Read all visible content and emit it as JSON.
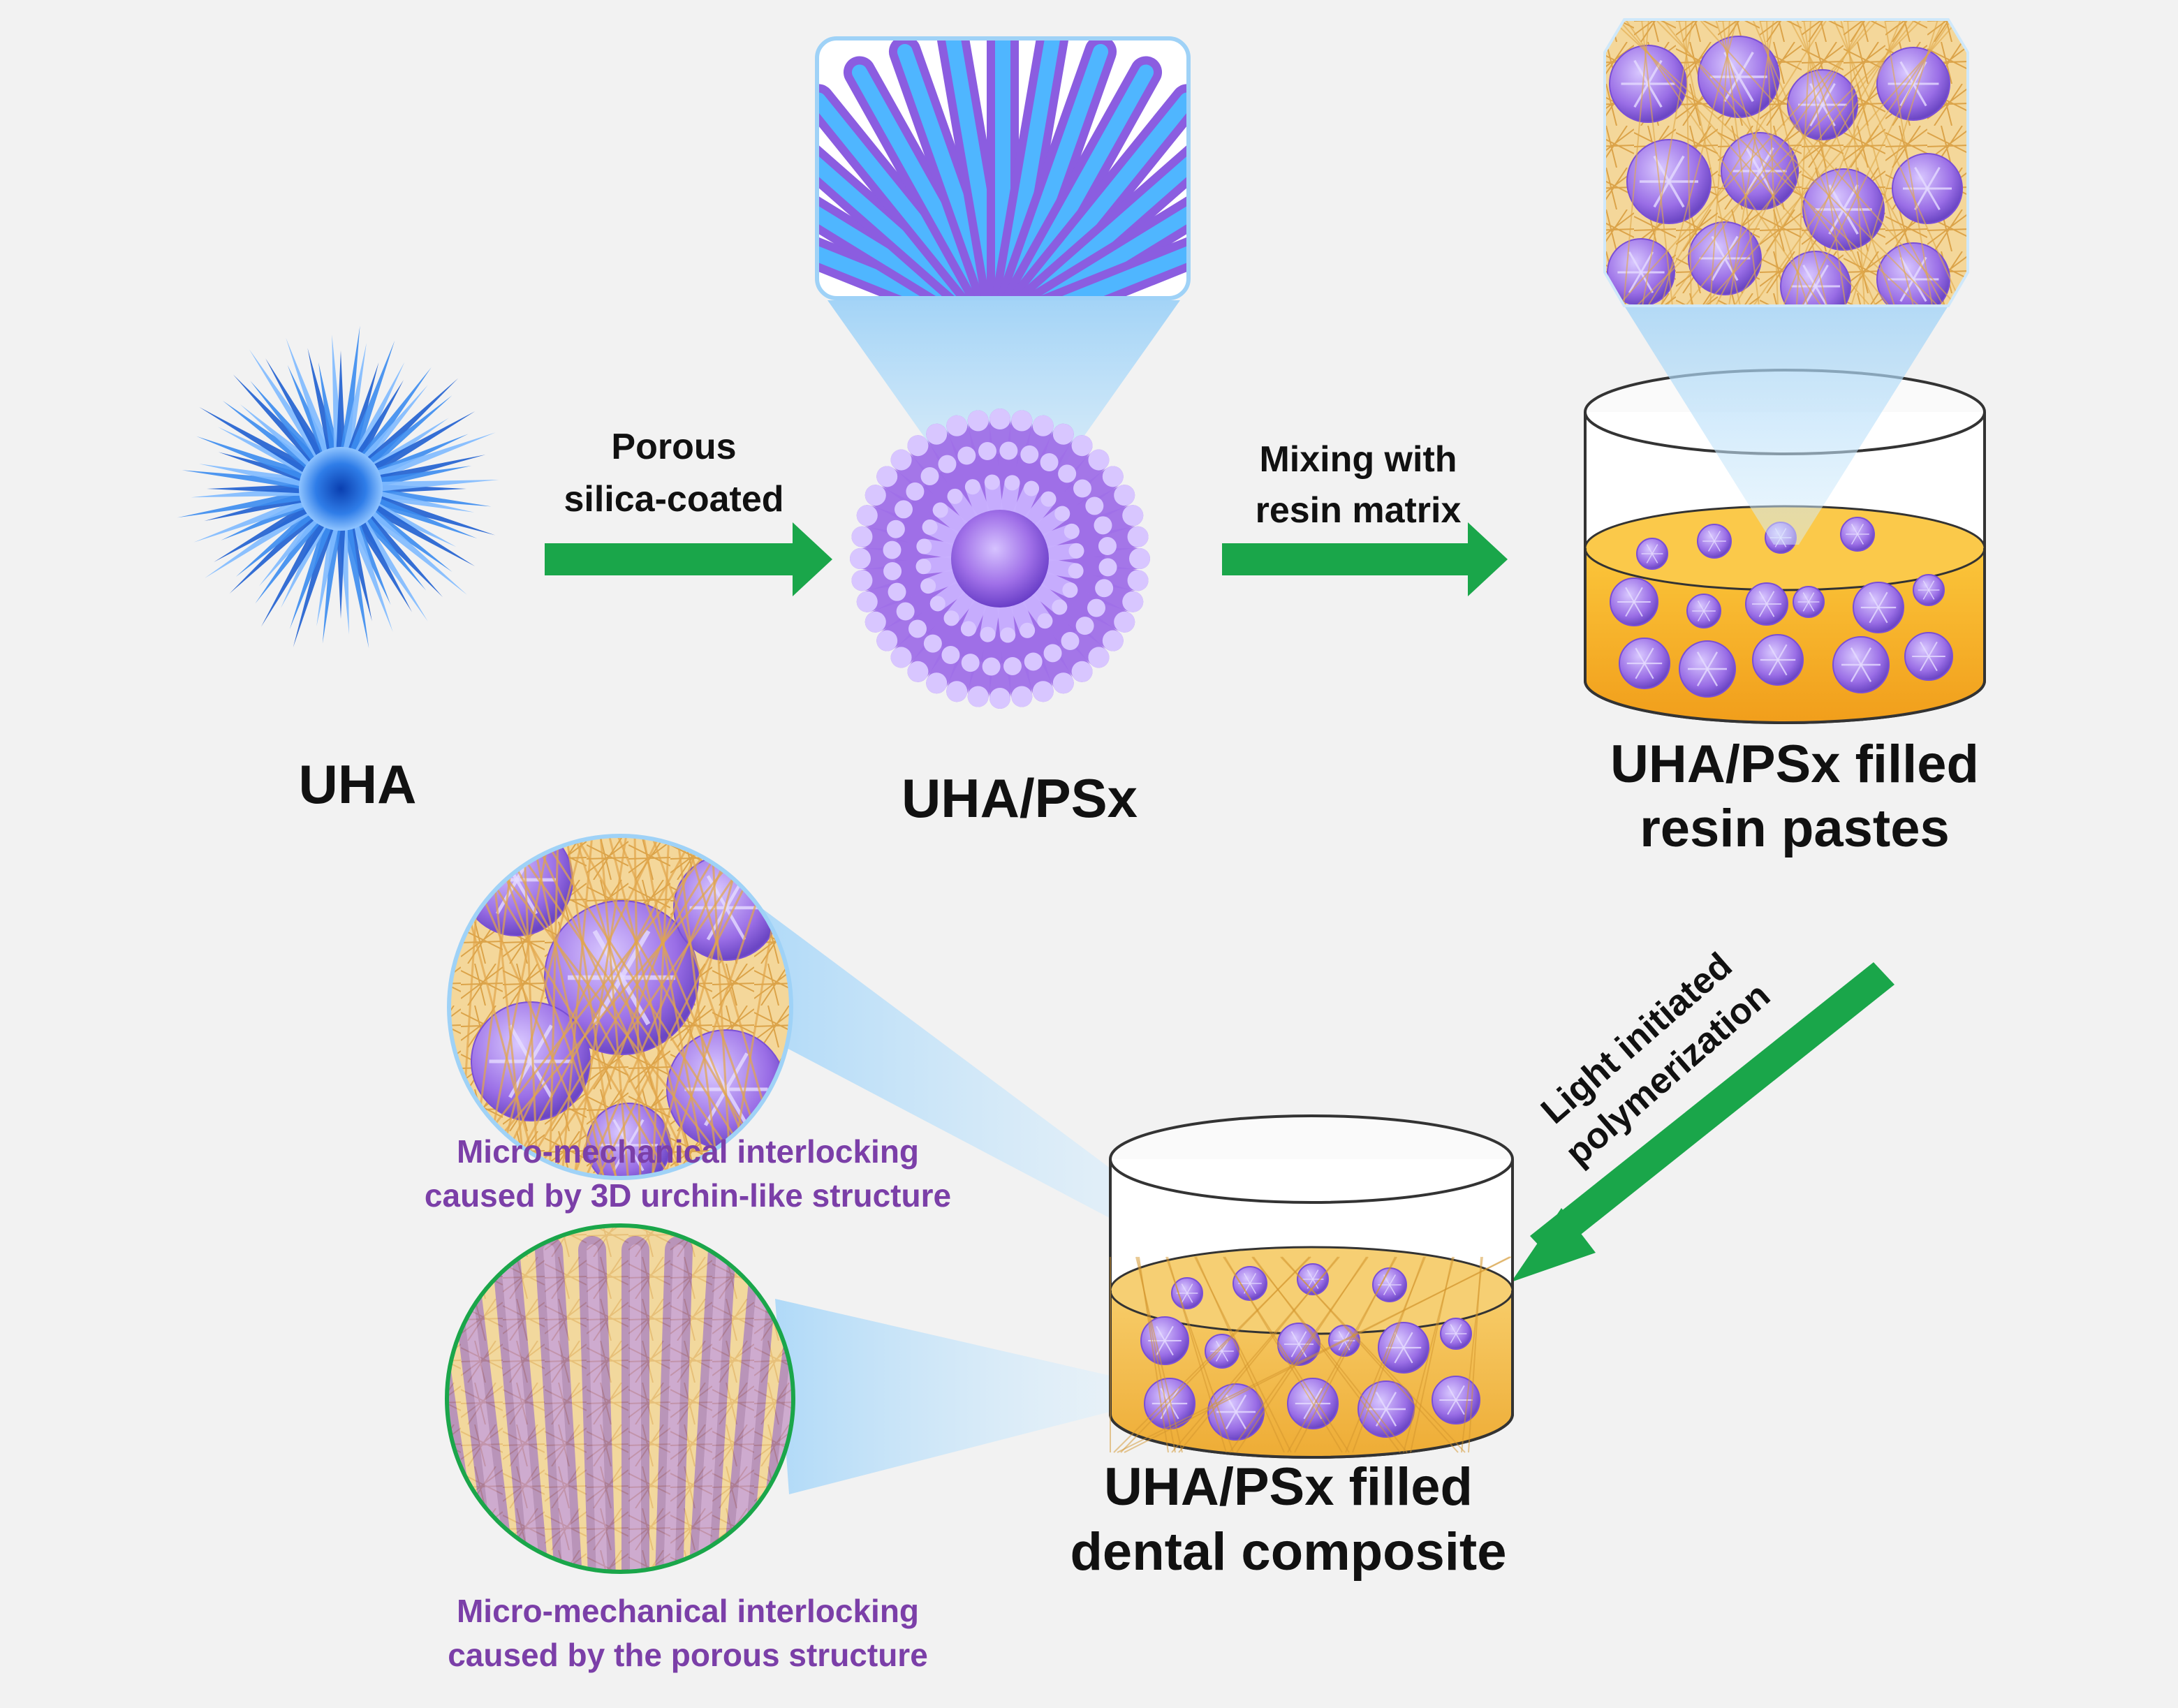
{
  "labels": {
    "uha": "UHA",
    "uha_psx": "UHA/PSx",
    "arrow1_line1": "Porous",
    "arrow1_line2": "silica-coated",
    "arrow2_line1": "Mixing with",
    "arrow2_line2": "resin matrix",
    "pastes_line1": "UHA/PSx filled",
    "pastes_line2": "resin pastes",
    "light_line1": "Light initiated",
    "light_line2": "polymerization",
    "composite_line1": "UHA/PSx filled",
    "composite_line2": "dental composite",
    "caption1_line1": "Micro-mechanical interlocking",
    "caption1_line2": "caused by 3D urchin-like structure",
    "caption2_line1": "Micro-mechanical interlocking",
    "caption2_line2": "caused by the porous structure"
  },
  "colors": {
    "background": "#f2f2f2",
    "arrow": "#1aa64a",
    "uha_blue": "#2f7de8",
    "silica_purple": "#a070e8",
    "resin_orange": "#f5b02a",
    "fiber": "#e0a94a",
    "caption_purple": "#7b3fa8",
    "text": "#111111",
    "magnifier_beam": "#bfe3fb"
  }
}
